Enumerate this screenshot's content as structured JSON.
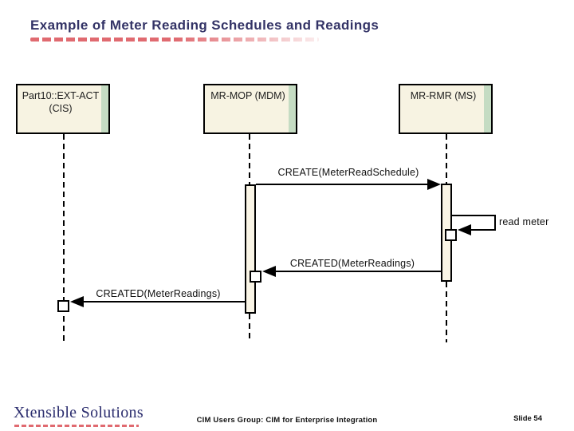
{
  "slide": {
    "title": "Example of Meter Reading Schedules and Readings"
  },
  "colors": {
    "title_navy": "#333366",
    "accent_red": "#e06a70",
    "logo_navy": "#2b2d6e",
    "box_fill": "#f7f3e2",
    "bar_fill": "#faf5e6",
    "strip_green": "#c5dcc3"
  },
  "actors": [
    {
      "name": "Part10::EXT-ACT",
      "sub": "(CIS)"
    },
    {
      "name": "MR-MOP (MDM)"
    },
    {
      "name": "MR-RMR (MS)"
    }
  ],
  "messages": [
    {
      "label": "CREATE(MeterReadSchedule)",
      "from": "MR-MOP (MDM)",
      "to": "MR-RMR (MS)"
    },
    {
      "label": "read meter",
      "from": "MR-RMR (MS)",
      "to": "MR-RMR (MS)"
    },
    {
      "label": "CREATED(MeterReadings)",
      "from": "MR-RMR (MS)",
      "to": "MR-MOP (MDM)"
    },
    {
      "label": "CREATED(MeterReadings)",
      "from": "MR-MOP (MDM)",
      "to": "Part10::EXT-ACT"
    }
  ],
  "footer": {
    "logo": "Xtensible Solutions",
    "center": "CIM Users Group: CIM for Enterprise Integration",
    "slide_number": "Slide 54"
  }
}
